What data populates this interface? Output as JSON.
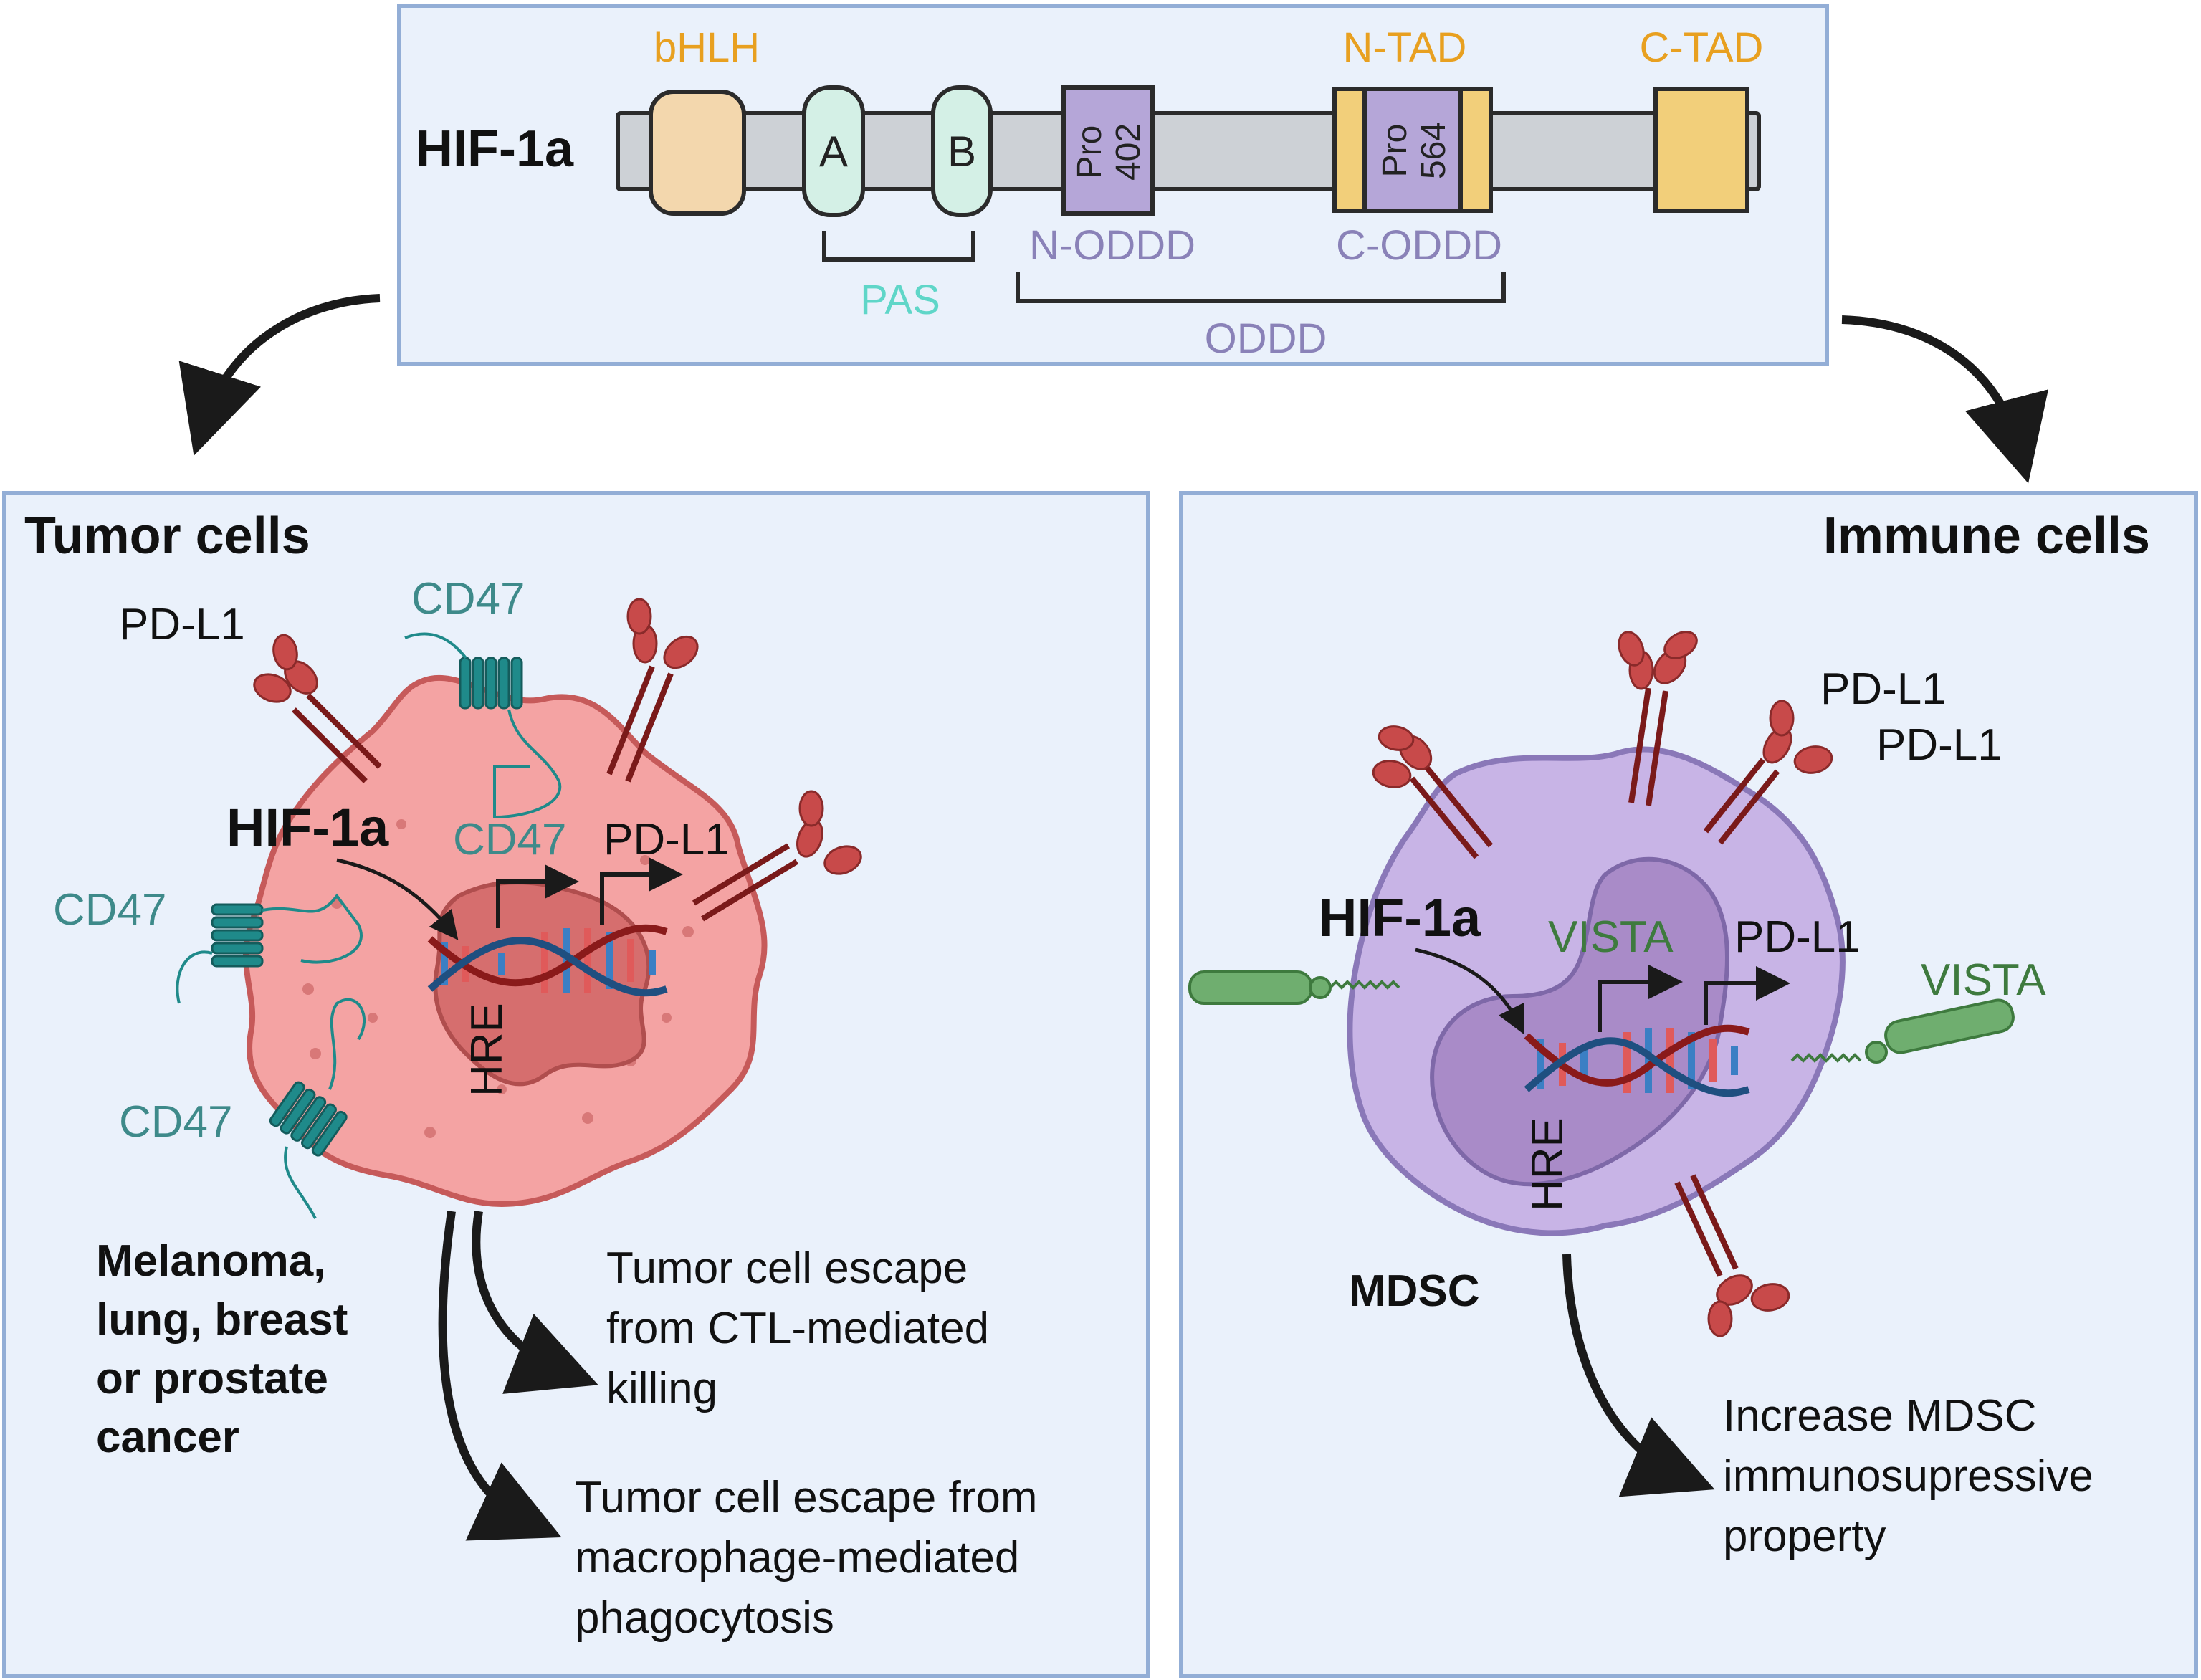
{
  "protein": {
    "name": "HIF-1a",
    "domains": {
      "bhlh": "bHLH",
      "pas_a": "A",
      "pas_b": "B",
      "pro402_line1": "Pro",
      "pro402_line2": "402",
      "pro564_line1": "Pro",
      "pro564_line2": "564",
      "ntad": "N-TAD",
      "ctad": "C-TAD"
    },
    "brackets": {
      "pas": "PAS",
      "n_oddd": "N-ODDD",
      "c_oddd": "C-ODDD",
      "oddd": "ODDD"
    }
  },
  "tumor_panel": {
    "title": "Tumor cells",
    "hif": "HIF-1a",
    "hre": "HRE",
    "gene_cd47": "CD47",
    "gene_pdl1": "PD-L1",
    "labels": {
      "pdl1": "PD-L1",
      "cd47_top": "CD47",
      "cd47_left": "CD47",
      "cd47_bottom": "CD47"
    },
    "cancer_types": [
      "Melanoma,",
      "lung, breast",
      "or prostate",
      "cancer"
    ],
    "outcome_ctl": [
      "Tumor cell escape",
      "from CTL-mediated",
      "killing"
    ],
    "outcome_macrophage": [
      "Tumor cell escape from",
      "macrophage-mediated",
      "phagocytosis"
    ]
  },
  "immune_panel": {
    "title": "Immune cells",
    "hif": "HIF-1a",
    "hre": "HRE",
    "gene_vista": "VISTA",
    "gene_pdl1": "PD-L1",
    "labels": {
      "pdl1_a": "PD-L1",
      "pdl1_b": "PD-L1",
      "vista": "VISTA"
    },
    "cell_type": "MDSC",
    "outcome": [
      "Increase MDSC",
      "immunosupressive",
      "property"
    ]
  },
  "colors": {
    "panel_bg": "#eaf1fb",
    "panel_border": "#93aed6",
    "orange_label": "#e8a020",
    "purple_label": "#8a82b8",
    "teal_label": "#5fd6c8",
    "cd47_teal": "#1f8a8a",
    "vista_green": "#3e7a3e",
    "pdl1_red": "#c84a4a",
    "tumor_cell": "#f4a3a3",
    "mdsc_cell": "#c8b4e6"
  }
}
